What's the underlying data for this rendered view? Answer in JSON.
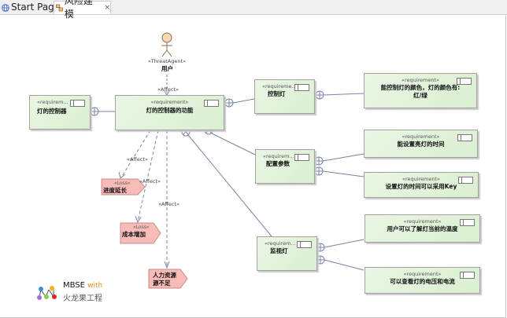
{
  "tabs": [
    {
      "label": "Start Page",
      "icon": "globe-icon",
      "active": false
    },
    {
      "label": "风险建模",
      "icon": "diagram-icon",
      "active": true,
      "close": "×"
    }
  ],
  "actor": {
    "stereotype": "«ThreatAgent»",
    "name": "用户"
  },
  "requirements": {
    "controller": {
      "stereotype": "«requirem...",
      "name": "灯的控制器"
    },
    "controller_func": {
      "stereotype": "«requirement»",
      "name": "灯的控制器的功能"
    },
    "control_light": {
      "stereotype": "«requireme...",
      "name": "控制灯"
    },
    "config_params": {
      "stereotype": "«requirem...",
      "name": "配置参数"
    },
    "monitor_light": {
      "stereotype": "«requirem...",
      "name": "监视灯"
    },
    "color_req": {
      "stereotype": "«requirement»",
      "name_line1": "能控制灯的颜色，灯的颜色有:",
      "name_line2": "红/绿"
    },
    "time_req": {
      "stereotype": "«requirement»",
      "name": "能设置亮灯的时间"
    },
    "key_req": {
      "stereotype": "«requirement»",
      "name": "设置灯的时间可以采用Key"
    },
    "temp_req": {
      "stereotype": "«requirement»",
      "name": "用户可以了解灯当前的温度"
    },
    "voltage_req": {
      "stereotype": "«requirement»",
      "name": "可以查看灯的电压和电流"
    }
  },
  "losses": {
    "delay": {
      "stereotype": "«Loss»",
      "name": "进度延长"
    },
    "cost": {
      "stereotype": "«Loss»",
      "name": "成本增加"
    },
    "staff": {
      "stereotype": "«Loss»",
      "name_line1": "人力资源",
      "name_line2": "源不足"
    }
  },
  "connector_labels": {
    "affect_actor": "«Affect»",
    "affect_delay": "«Affect»",
    "affect_cost": "«Affect»",
    "affect_staff": "«Affect»"
  },
  "logo": {
    "title": "MBSE",
    "with": "with",
    "subtitle": "火龙果工程"
  },
  "colors": {
    "req_fill": "#e2f3da",
    "loss_fill": "#f6b9b6",
    "connector": "#7a82a8"
  }
}
